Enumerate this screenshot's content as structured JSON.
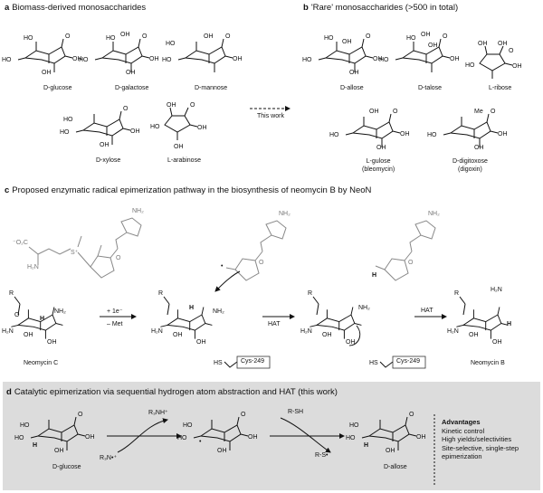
{
  "panel_a": {
    "letter": "a",
    "title": "Biomass-derived monosaccharides",
    "labels": [
      "D-glucose",
      "D-galactose",
      "D-mannose",
      "D-xylose",
      "L-arabinose"
    ]
  },
  "panel_b": {
    "letter": "b",
    "title": "'Rare' monosaccharides (>500 in total)",
    "labels": [
      "D-allose",
      "D-talose",
      "L-ribose"
    ],
    "gulose": {
      "name": "L-gulose",
      "sub": "(bleomycin)"
    },
    "digitoxose": {
      "name": "D-digitoxose",
      "sub": "(digoxin)"
    },
    "arrow_label": "This work"
  },
  "panel_c": {
    "letter": "c",
    "title": "Proposed enzymatic radical epimerization pathway in the biosynthesis of neomycin B by NeoN",
    "start_label": "Neomycin C",
    "end_label": "Neomycin B",
    "step1_top": "+ 1e⁻",
    "step1_bottom": "– Met",
    "hat1": "HAT",
    "hat2": "HAT",
    "cys_label": "Cys-249"
  },
  "panel_d": {
    "letter": "d",
    "title": "Catalytic epimerization via sequential hydrogen atom abstraction and HAT (this work)",
    "start_label": "D-glucose",
    "end_label": "D-allose",
    "reagent1_top": "R₃NH⁺",
    "reagent1_bottom": "R₃N•⁺",
    "reagent2_top": "R-SH",
    "reagent2_bottom": "R-S•",
    "advantages_title": "Advantages",
    "advantages": [
      "Kinetic control",
      "High yields/selectivities",
      "Site-selective, single-step",
      "epimerization"
    ]
  }
}
